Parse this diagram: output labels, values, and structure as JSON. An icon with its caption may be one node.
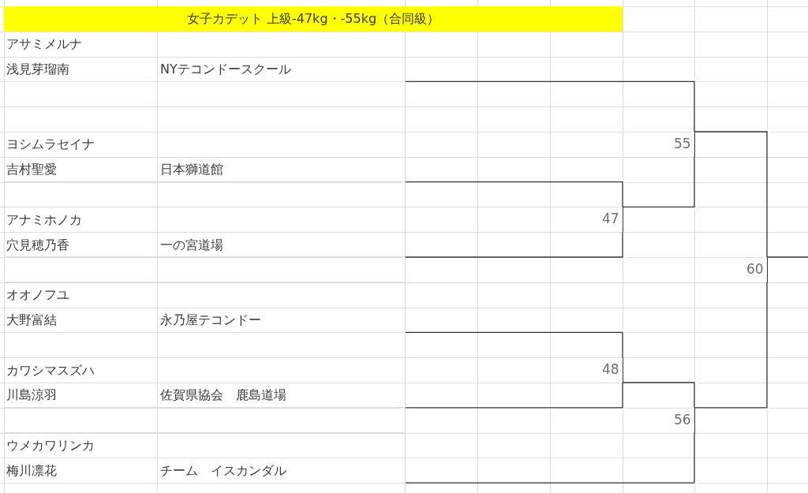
{
  "diagram": {
    "title": "女子カデット 上級-47kg・-55kg（合同級）",
    "nodes": [
      {
        "text": [
          "アサミメルナ",
          "浅見芽瑠南",
          "NYテコンドースクール"
        ]
      },
      {
        "text": [
          "ヨシムラセイナ",
          "吉村聖愛",
          "日本獅道館"
        ]
      },
      {
        "text": [
          "55"
        ]
      },
      {
        "text": [
          "アナミホノカ",
          "穴見穂乃香",
          "一の宮道場"
        ]
      },
      {
        "text": [
          "47"
        ]
      },
      {
        "text": [
          "60"
        ]
      },
      {
        "text": [
          "オオノフユ",
          "大野富結",
          "永乃屋テコンドー"
        ]
      },
      {
        "text": [
          "カワシマスズハ",
          "川島涼羽",
          "佐賀県協会　鹿島道場"
        ]
      },
      {
        "text": [
          "48"
        ]
      },
      {
        "text": [
          "56"
        ]
      },
      {
        "text": [
          "ウメカワリンカ",
          "梅川凛花",
          "チーム　イスカンダル"
        ]
      }
    ],
    "edges": [
      {
        "from": 0,
        "to": 2,
        "arrow": "none"
      },
      {
        "from": 1,
        "to": 4,
        "arrow": "none"
      },
      {
        "from": 3,
        "to": 4,
        "arrow": "none"
      },
      {
        "from": 4,
        "to": 2,
        "arrow": "none"
      },
      {
        "from": 2,
        "to": 5,
        "arrow": "none"
      },
      {
        "from": 6,
        "to": 8,
        "arrow": "none"
      },
      {
        "from": 7,
        "to": 8,
        "arrow": "none"
      },
      {
        "from": 8,
        "to": 9,
        "arrow": "none"
      },
      {
        "from": 10,
        "to": 9,
        "arrow": "none"
      },
      {
        "from": 9,
        "to": 5,
        "arrow": "none"
      },
      {
        "from": 5,
        "to": null,
        "arrow": "none"
      }
    ]
  }
}
